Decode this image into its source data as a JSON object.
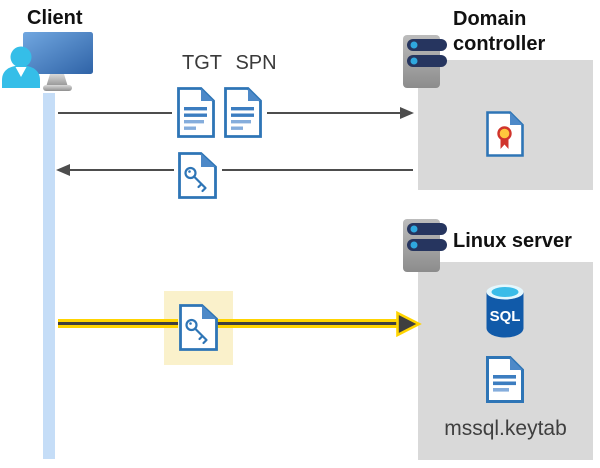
{
  "diagram": {
    "nodes": {
      "client": {
        "label": "Client"
      },
      "domain_controller": {
        "label": "Domain controller"
      },
      "linux_server": {
        "label": "Linux server",
        "keytab_file": "mssql.keytab",
        "sql_badge": "SQL"
      }
    },
    "tickets": {
      "tgt": "TGT",
      "spn": "SPN"
    },
    "icons": {
      "client": "client-user-monitor-icon",
      "server": "server-icon",
      "document": "document-icon",
      "key_document": "key-document-icon",
      "certificate": "certificate-icon",
      "sql_database": "sql-database-icon"
    },
    "colors": {
      "box_gray": "#d9d9d9",
      "lifeline_blue": "#c5ddf7",
      "doc_blue": "#2e75b6",
      "doc_fold_blue": "#4d89c8",
      "arrow_gray": "#4d4d4d",
      "arrow_yellow": "#ffd400",
      "highlight_yellow": "#faf1cb",
      "person_cyan": "#35bee8",
      "sql_body_blue": "#115aa9",
      "sql_top_cyan": "#3abce8",
      "cert_red": "#d0342c",
      "cert_gold": "#ffc83d"
    }
  }
}
